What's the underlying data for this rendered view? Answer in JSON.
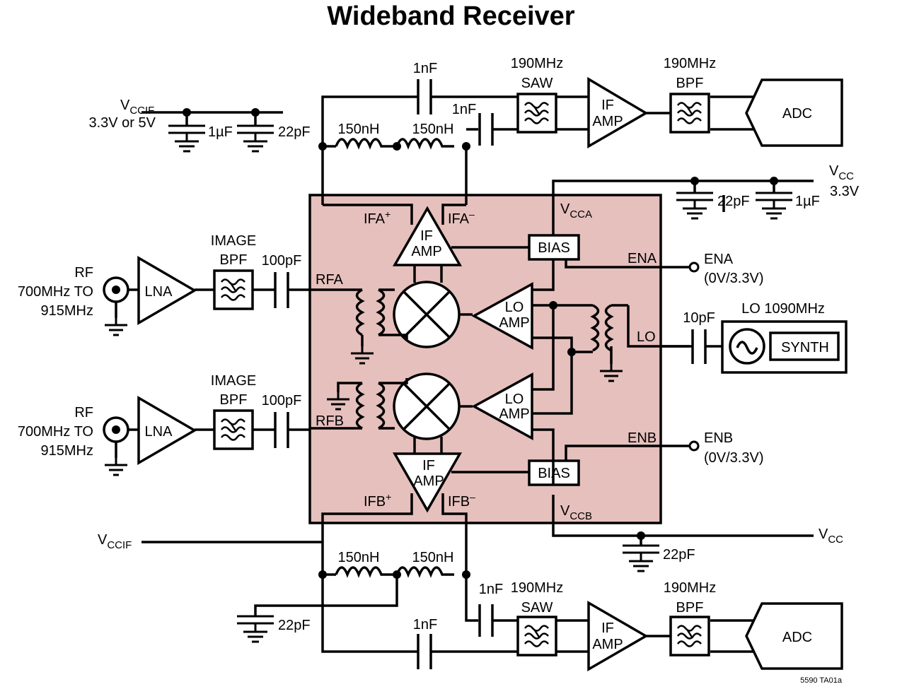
{
  "title": "Wideband Receiver",
  "colors": {
    "ic_fill": "#e6c0bd",
    "line": "#000000"
  },
  "supplies": {
    "vccif_top": {
      "name": "V",
      "sub": "CCIF",
      "value": "3.3V or 5V"
    },
    "vccif_bottom": {
      "name": "V",
      "sub": "CCIF"
    },
    "vcc_top": {
      "name": "V",
      "sub": "CC",
      "value": "3.3V"
    },
    "vcc_bottom": {
      "name": "V",
      "sub": "CC"
    }
  },
  "components": {
    "cap_1uF": "1µF",
    "cap_22pF": "22pF",
    "cap_1nF": "1nF",
    "cap_100pF": "100pF",
    "cap_10pF": "10pF",
    "ind_150nH": "150nH",
    "saw_freq": "190MHz",
    "saw": "SAW",
    "bpf_freq": "190MHz",
    "bpf": "BPF"
  },
  "blocks": {
    "lna": "LNA",
    "image": "IMAGE",
    "bpf": "BPF",
    "if": "IF",
    "amp": "AMP",
    "lo": "LO",
    "bias": "BIAS",
    "adc": "ADC",
    "synth": "SYNTH",
    "lo_source": "LO 1090MHz"
  },
  "rf_input": {
    "rf": "RF",
    "range": "700MHz TO",
    "range2": "915MHz"
  },
  "pins": {
    "ifa": "IFA",
    "ifb": "IFB",
    "plus": "+",
    "minus": "–",
    "vcca": {
      "name": "V",
      "sub": "CCA"
    },
    "vccb": {
      "name": "V",
      "sub": "CCB"
    },
    "ena": "ENA",
    "enb": "ENB",
    "rfa": "RFA",
    "rfb": "RFB",
    "lo": "LO"
  },
  "enables": {
    "ena_name": "ENA",
    "ena_level": "(0V/3.3V)",
    "enb_name": "ENB",
    "enb_level": "(0V/3.3V)"
  },
  "figure_code": "5590 TA01a"
}
